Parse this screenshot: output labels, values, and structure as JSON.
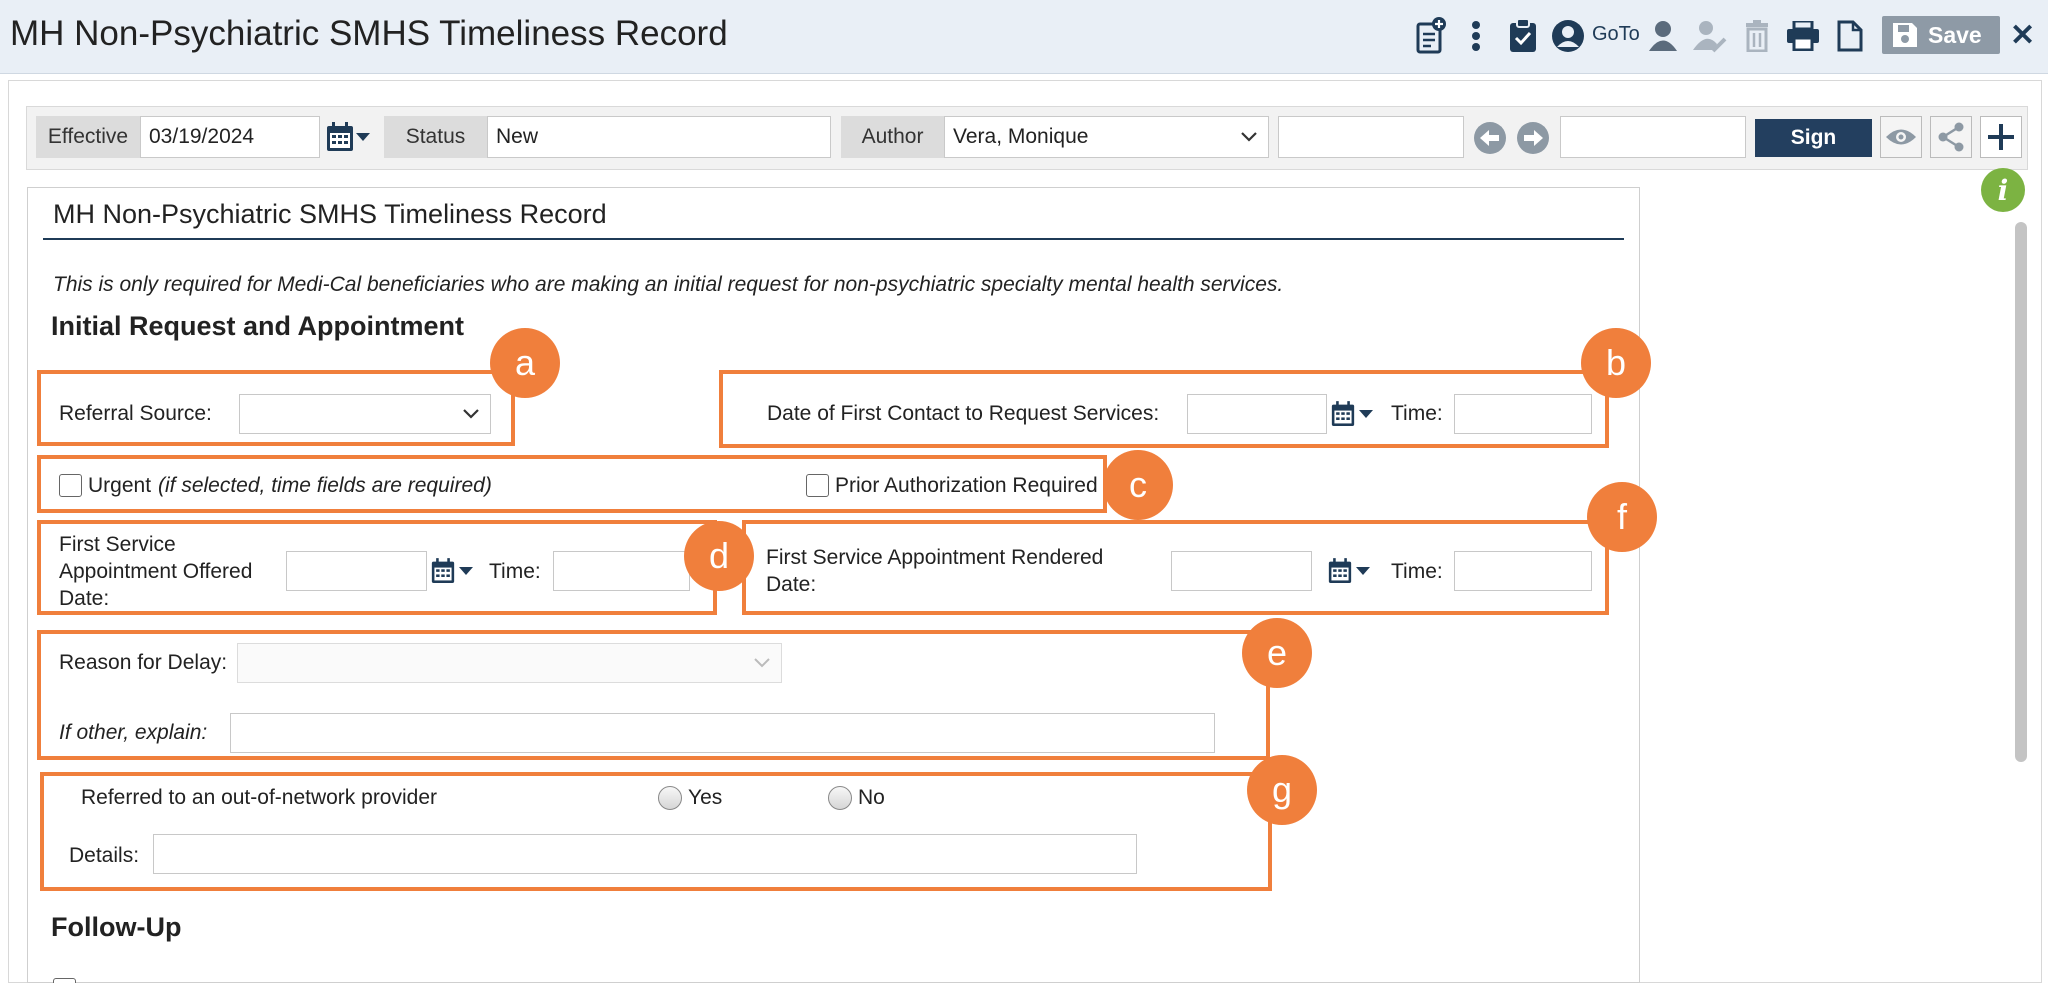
{
  "window": {
    "title": "MH Non-Psychiatric SMHS Timeliness Record",
    "goto_label": "GoTo",
    "save_label": "Save",
    "close_glyph": "✕"
  },
  "toolbar": {
    "effective_label": "Effective",
    "effective_value": "03/19/2024",
    "status_label": "Status",
    "status_value": "New",
    "author_label": "Author",
    "author_value": "Vera, Monique",
    "sign_label": "Sign",
    "blank_field_1": "",
    "blank_field_2": ""
  },
  "info_icon": "i",
  "form": {
    "title": "MH Non-Psychiatric SMHS Timeliness Record",
    "intro": "This is only required for Medi-Cal beneficiaries who are making an initial request for non-psychiatric specialty mental health services.",
    "section_initial": "Initial Request and Appointment",
    "referral_source_label": "Referral Source:",
    "referral_source_value": "",
    "first_contact_label": "Date of First Contact to Request Services:",
    "time_label": "Time:",
    "urgent_label": "Urgent",
    "urgent_note": "(if selected, time fields are required)",
    "prior_auth_label": "Prior Authorization Required",
    "offered_label": "First Service Appointment Offered Date:",
    "rendered_label": "First Service Appointment Rendered Date:",
    "reason_delay_label": "Reason for Delay:",
    "if_other_label": "If other, explain:",
    "out_of_network_label": "Referred to an out-of-network provider",
    "yes_label": "Yes",
    "no_label": "No",
    "details_label": "Details:",
    "section_followup": "Follow-Up"
  },
  "annotations": [
    "a",
    "b",
    "c",
    "d",
    "e",
    "f",
    "g"
  ],
  "colors": {
    "annotation": "#f07f3c",
    "navy": "#1f3b57",
    "sign_button": "#233f5f",
    "info_green": "#7cb342"
  },
  "icons": [
    "add-note-icon",
    "kebab-menu-icon",
    "clipboard-check-icon",
    "user-circle-icon",
    "person-icon",
    "person-edit-icon",
    "trash-icon",
    "print-icon",
    "document-icon",
    "save-disk-icon",
    "close-icon",
    "calendar-icon",
    "arrow-left-icon",
    "arrow-right-icon",
    "eye-icon",
    "share-icon",
    "plus-icon",
    "info-icon",
    "chevron-down-icon"
  ]
}
